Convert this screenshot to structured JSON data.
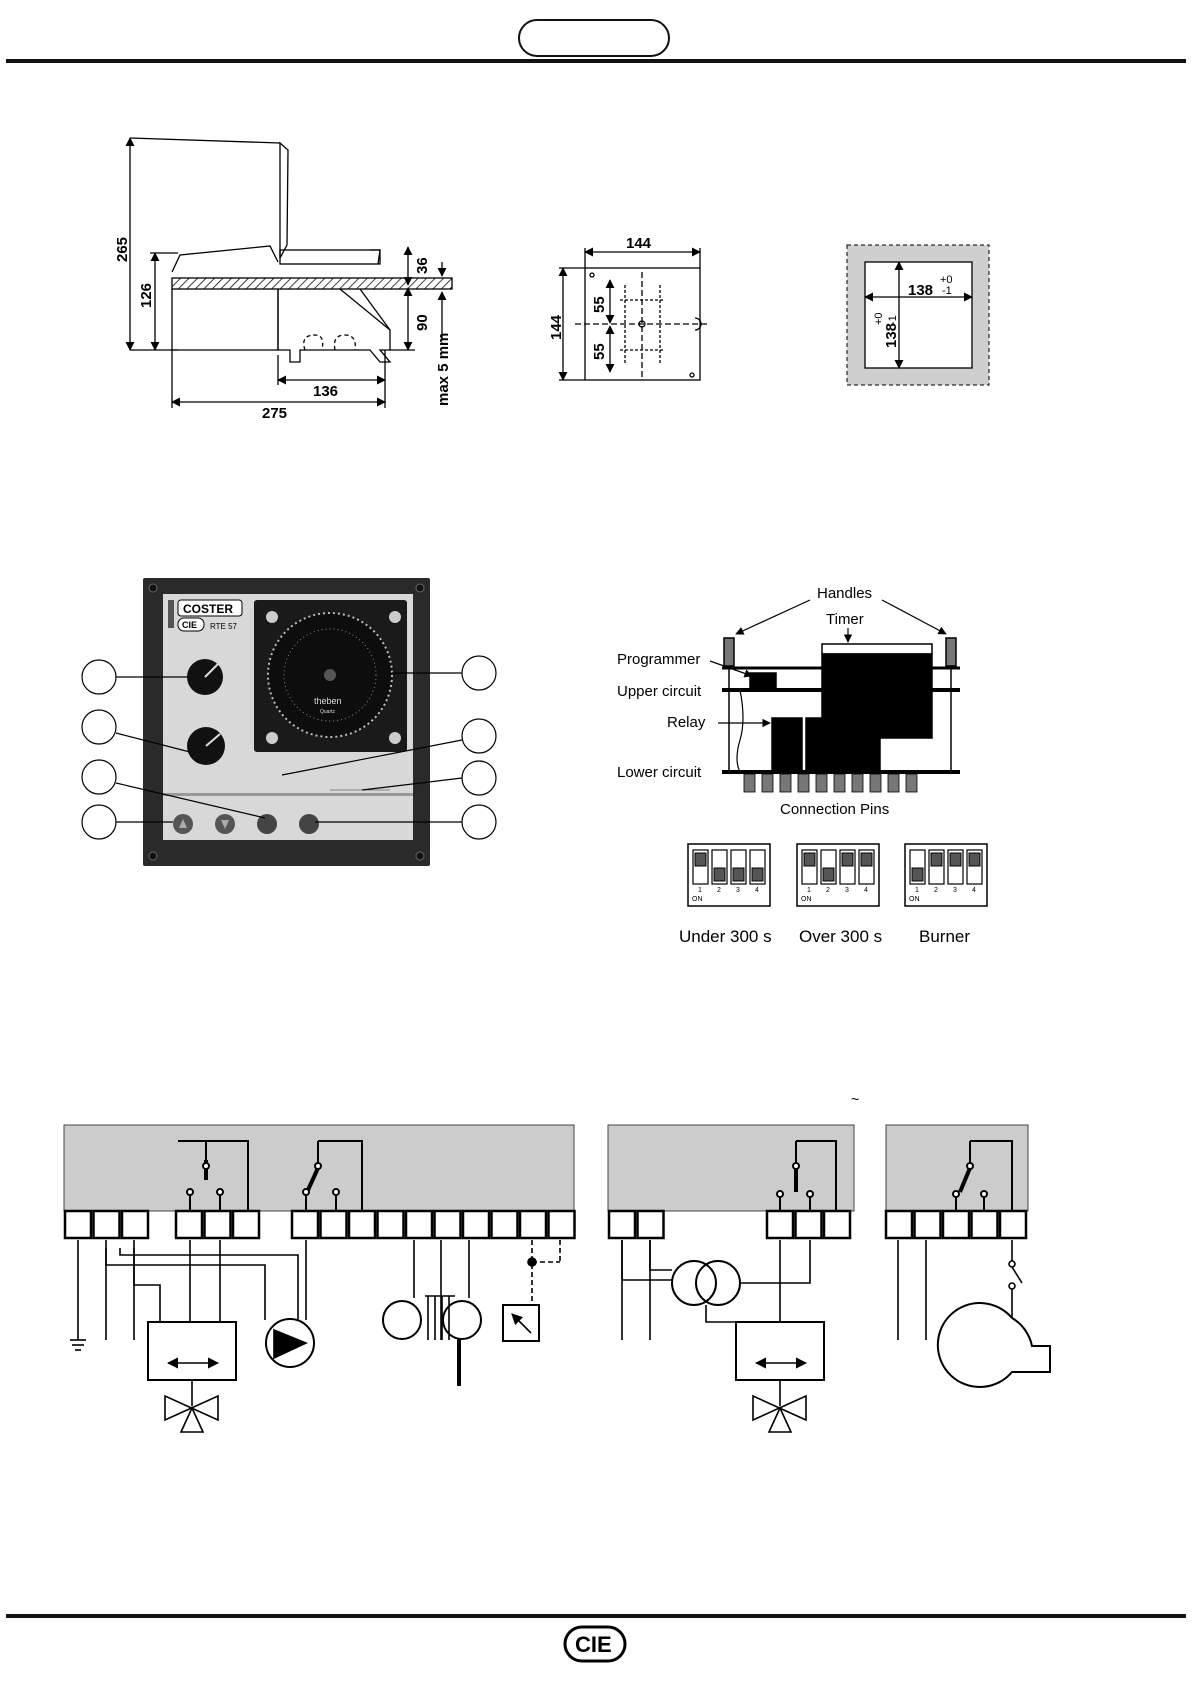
{
  "header": {
    "pill_label": ""
  },
  "dimensions": {
    "side_view": {
      "height_open": "265",
      "height_base": "126",
      "depth_front": "36",
      "depth_base": "90",
      "panel_max": "max 5 mm",
      "width_inner": "136",
      "width_total": "275"
    },
    "front_view": {
      "width": "144",
      "height": "144",
      "upper": "55",
      "lower": "55"
    },
    "cutout": {
      "width": "138",
      "height": "138",
      "tol_plus": "+0",
      "tol_minus": "-1"
    }
  },
  "photo": {
    "brand": "COSTER",
    "model": "RTE 57",
    "logo": "CIE",
    "timer_brand": "theben",
    "timer_sub": "Quartz",
    "callouts": [
      "",
      "",
      "",
      "",
      "",
      "",
      "",
      ""
    ]
  },
  "internal": {
    "handles": "Handles",
    "timer": "Timer",
    "programmer": "Programmer",
    "upper_circuit": "Upper circuit",
    "relay": "Relay",
    "lower_circuit": "Lower circuit",
    "pins": "Connection Pins"
  },
  "dip_switches": [
    {
      "caption": "Under 300 s",
      "states": [
        "up",
        "down",
        "down",
        "down"
      ]
    },
    {
      "caption": "Over 300 s",
      "states": [
        "up",
        "down",
        "up",
        "up"
      ]
    },
    {
      "caption": "Burner",
      "states": [
        "down",
        "up",
        "up",
        "up"
      ]
    }
  ],
  "dip_labels": {
    "n1": "1",
    "n2": "2",
    "n3": "3",
    "n4": "4",
    "on": "ON"
  },
  "wiring": {
    "tilde": "~"
  },
  "footer": {
    "logo": "CIE"
  }
}
